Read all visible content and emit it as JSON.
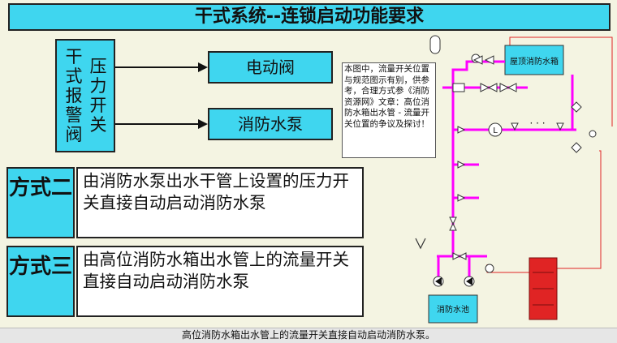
{
  "title": "干式系统--连锁启动功能要求",
  "alarm_box": {
    "col1": "干式报警阀",
    "col2": "压力开关"
  },
  "targets": {
    "valve": "电动阀",
    "pump": "消防水泵"
  },
  "note": "本图中，流量开关位置与规范图示有别，供参考，合理方式参《消防资源网》文章：高位消防水箱出水管 - 流量开关位置的争议及探讨！",
  "modes": [
    {
      "label": "方式二",
      "desc": "由消防水泵出水干管上设置的压力开关直接自动启动消防水泵"
    },
    {
      "label": "方式三",
      "desc": "由高位消防水箱出水管上的流量开关直接自动启动消防水泵"
    }
  ],
  "diagram": {
    "roof_tank": "屋顶消防水箱",
    "pool": "消防水池",
    "flow_switch": "L",
    "dots": "· · ·",
    "colors": {
      "pipe": "#ff00ff",
      "tank": "#3fd6ef",
      "panel": "#e02424",
      "signal": "#e02424"
    }
  },
  "caption": "高位消防水箱出水管上的流量开关直接自动启动消防水泵。"
}
